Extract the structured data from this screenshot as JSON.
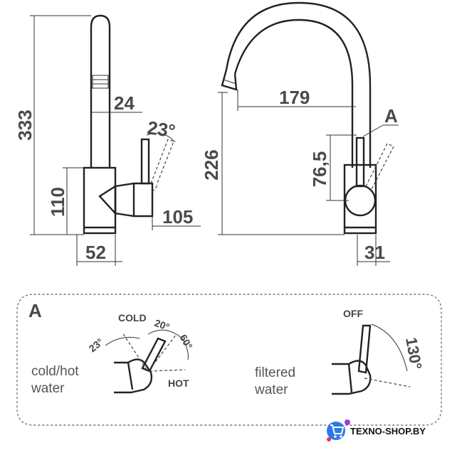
{
  "dimensions": {
    "height_total": "333",
    "spout_width": "24",
    "lever_angle": "23°",
    "body_height": "110",
    "lever_offset": "105",
    "base_width": "52",
    "reach": "179",
    "spout_height": "226",
    "lever_height": "76,5",
    "side_base_width": "31",
    "detail_marker": "A"
  },
  "detail": {
    "label": "A",
    "left": {
      "angle_left": "23°",
      "angle_mid": "20°",
      "angle_right": "60°",
      "cold": "COLD",
      "hot": "HOT",
      "caption_line1": "cold/hot",
      "caption_line2": "water"
    },
    "right": {
      "off": "OFF",
      "angle": "130°",
      "caption_line1": "filtered",
      "caption_line2": "water"
    }
  },
  "brand": {
    "name": "TEXNO-SHOP.BY",
    "icon": "cart-icon",
    "colors": {
      "accent_blue": "#2a7be4",
      "accent_purple": "#9b3fd8",
      "accent_red": "#e23b4a"
    }
  }
}
